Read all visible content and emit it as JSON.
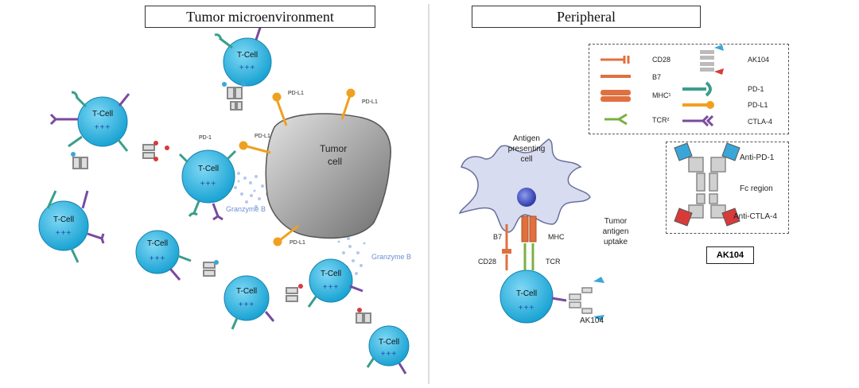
{
  "titles": {
    "left": "Tumor microenvironment",
    "right": "Peripheral"
  },
  "tcell": {
    "label": "T-Cell",
    "charge": "+++"
  },
  "tumor": {
    "label_line1": "Tumor",
    "label_line2": "cell",
    "pdl1": "PD-L1"
  },
  "granzyme": "Granzyme B",
  "pd1": "PD-1",
  "apc": {
    "line1": "Antigen",
    "line2": "presenting",
    "line3": "cell"
  },
  "uptake": {
    "line1": "Tumor",
    "line2": "antigen",
    "line3": "uptake"
  },
  "periph_labels": {
    "b7": "B7",
    "mhc": "MHC",
    "cd28": "CD28",
    "tcr": "TCR",
    "ak104": "AK104"
  },
  "legend": {
    "cd28": "CD28",
    "b7": "B7",
    "mhc": "MHC¹",
    "tcr": "TCR²",
    "ak104": "AK104",
    "pd1": "PD-1",
    "pdl1": "PD-L1",
    "ctla4": "CTLA-4"
  },
  "antibody": {
    "anti_pd1": "Anti-PD-1",
    "fc": "Fc region",
    "anti_ctla4": "Anti-CTLA-4"
  },
  "ak104_box": "AK104",
  "colors": {
    "tcell": "#2fb6e0",
    "pd1": "#3a9e8c",
    "pdl1": "#f0a020",
    "ctla4": "#7a4a9e",
    "cd28": "#e07040",
    "tcr": "#7ab040",
    "blue": "#3aa6d8",
    "red": "#d83a3a"
  }
}
